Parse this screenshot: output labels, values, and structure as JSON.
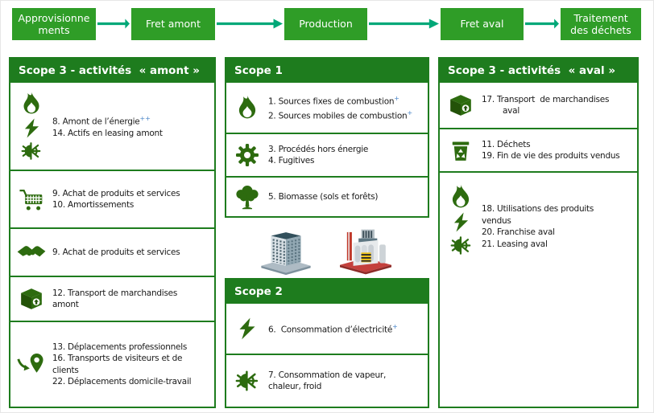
{
  "colors": {
    "flow_box_green": "#2f9d27",
    "arrow_green": "#00a878",
    "header_green": "#1e7c1e",
    "icon_green": "#2d6b0f",
    "superscript_blue": "#4a86c8"
  },
  "flow": {
    "steps": [
      {
        "label": "Approvisionnements"
      },
      {
        "label": "Fret amont"
      },
      {
        "label": "Production"
      },
      {
        "label": "Fret aval"
      },
      {
        "label": "Traitement des déchets"
      }
    ]
  },
  "scope3_amont": {
    "title": "Scope 3 - activités  « amont »",
    "cells": [
      {
        "icons": [
          "flame-icon",
          "lightning-icon",
          "snowflake-icon"
        ],
        "lines": [
          {
            "text": "8. Amont de l’énergie",
            "sup": "++"
          },
          {
            "text": "14. Actifs en leasing amont"
          }
        ]
      },
      {
        "icons": [
          "shopping-cart-icon"
        ],
        "lines": [
          {
            "text": "9. Achat de produits et services"
          },
          {
            "text": "10. Amortissements"
          }
        ]
      },
      {
        "icons": [
          "handshake-icon"
        ],
        "lines": [
          {
            "text": "9. Achat de produits et services"
          }
        ]
      },
      {
        "icons": [
          "package-icon"
        ],
        "lines": [
          {
            "text": "12. Transport de marchandises"
          },
          {
            "text": "amont"
          }
        ]
      },
      {
        "icons": [
          "location-pin-icon"
        ],
        "lines": [
          {
            "text": "13. Déplacements professionnels"
          },
          {
            "text": "16. Transports de visiteurs et de"
          },
          {
            "text": "clients"
          },
          {
            "text": "22. Déplacements domicile-travail"
          }
        ]
      }
    ]
  },
  "scope1": {
    "title": "Scope 1",
    "cells": [
      {
        "icons": [
          "flame-icon"
        ],
        "lines": [
          {
            "text": "1. Sources fixes de combustion",
            "sup": "+"
          },
          {
            "text": "2. Sources mobiles de combustion",
            "sup": "+"
          }
        ]
      },
      {
        "icons": [
          "gear-icon"
        ],
        "lines": [
          {
            "text": "3. Procédés hors énergie"
          },
          {
            "text": "4. Fugitives"
          }
        ]
      },
      {
        "icons": [
          "tree-icon"
        ],
        "lines": [
          {
            "text": "5. Biomasse (sols et forêts)"
          }
        ]
      }
    ]
  },
  "illustrations": {
    "icons": [
      "office-building-icon",
      "factory-icon"
    ]
  },
  "scope2": {
    "title": "Scope 2",
    "cells": [
      {
        "icons": [
          "lightning-icon"
        ],
        "lines": [
          {
            "text": "6.  Consommation d’électricité",
            "sup": "+"
          }
        ]
      },
      {
        "icons": [
          "snowflake-icon"
        ],
        "lines": [
          {
            "text": "7. Consommation de vapeur,"
          },
          {
            "text": "chaleur, froid"
          }
        ]
      }
    ]
  },
  "scope3_aval": {
    "title": "Scope 3 - activités  « aval »",
    "cells": [
      {
        "icons": [
          "package-icon"
        ],
        "lines": [
          {
            "text": "17. Transport  de marchandises"
          },
          {
            "text": "aval"
          }
        ]
      },
      {
        "icons": [
          "recycle-bin-icon"
        ],
        "lines": [
          {
            "text": "11. Déchets"
          },
          {
            "text": "19. Fin de vie des produits vendus"
          }
        ]
      },
      {
        "icons": [
          "flame-icon",
          "lightning-icon",
          "snowflake-icon"
        ],
        "lines": [
          {
            "text": "18. Utilisations des produits"
          },
          {
            "text": "vendus"
          },
          {
            "text": "20. Franchise aval"
          },
          {
            "text": "21. Leasing aval"
          }
        ]
      }
    ]
  }
}
